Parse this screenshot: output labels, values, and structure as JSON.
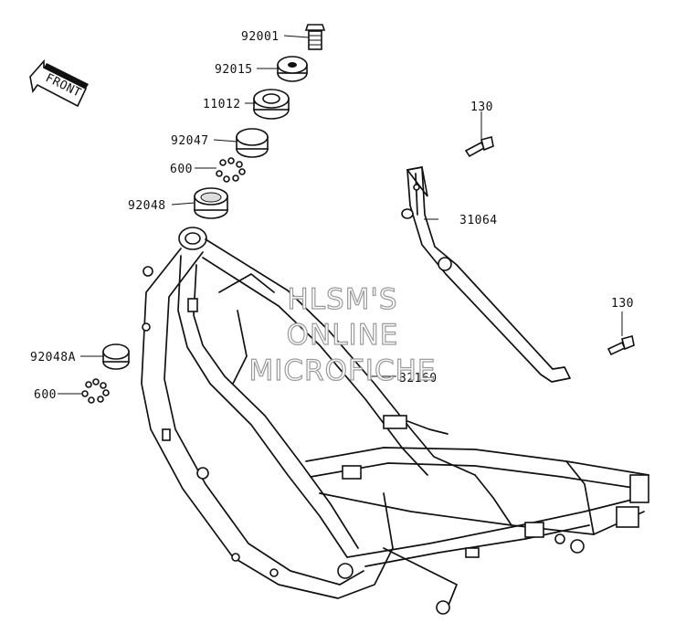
{
  "front_badge": {
    "text": "FRONT",
    "icon": "front-arrow-icon"
  },
  "watermark": {
    "line1": "HLSM'S",
    "line2": "ONLINE",
    "line3": "MICROFICHE"
  },
  "callouts": [
    {
      "id": "c92001",
      "label": "92001"
    },
    {
      "id": "c92015",
      "label": "92015"
    },
    {
      "id": "c11012",
      "label": "11012"
    },
    {
      "id": "c92047",
      "label": "92047"
    },
    {
      "id": "c600a",
      "label": "600"
    },
    {
      "id": "c92048",
      "label": "92048"
    },
    {
      "id": "c130a",
      "label": "130"
    },
    {
      "id": "c31064",
      "label": "31064"
    },
    {
      "id": "c130b",
      "label": "130"
    },
    {
      "id": "c92048A",
      "label": "92048A"
    },
    {
      "id": "c600b",
      "label": "600"
    },
    {
      "id": "c32160",
      "label": "32160"
    }
  ]
}
